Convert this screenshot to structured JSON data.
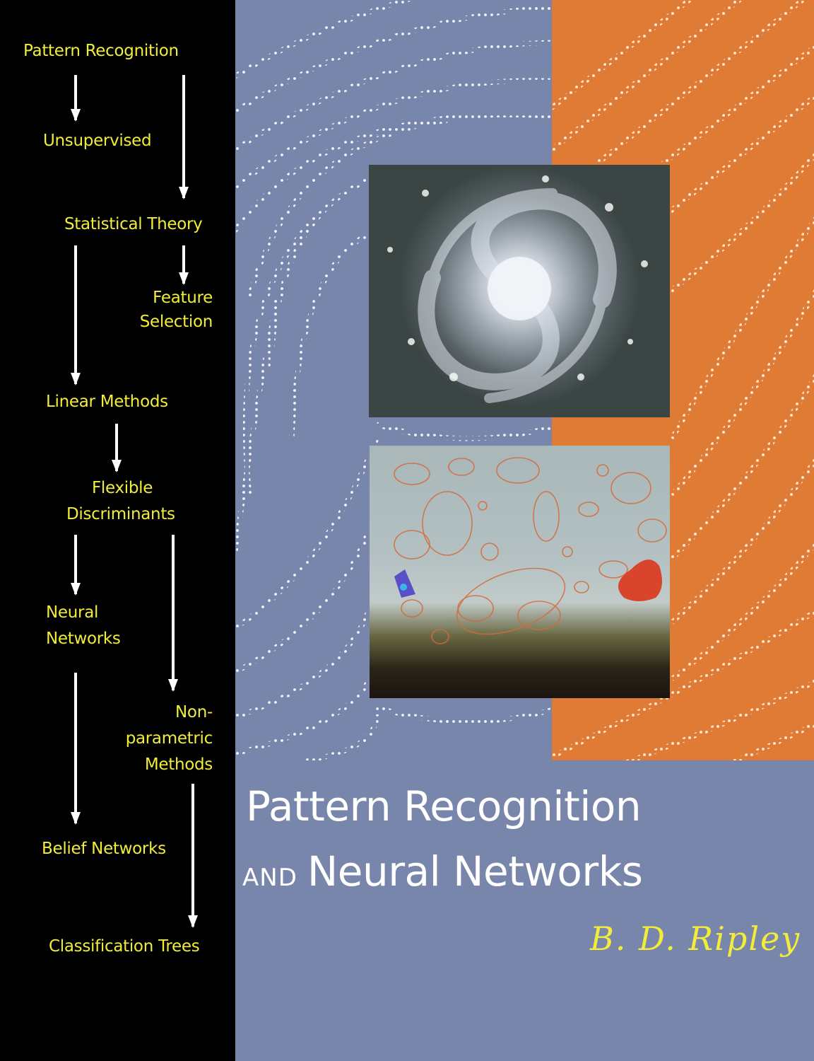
{
  "cover": {
    "title_line1": "Pattern Recognition",
    "title_and": "AND",
    "title_line2": "Neural Networks",
    "author_signature": "B. D. Ripley"
  },
  "flowchart": {
    "nodes": [
      {
        "id": "pattern-recognition",
        "lines": [
          "Pattern Recognition"
        ]
      },
      {
        "id": "unsupervised",
        "lines": [
          "Unsupervised"
        ]
      },
      {
        "id": "statistical-theory",
        "lines": [
          "Statistical Theory"
        ]
      },
      {
        "id": "feature-selection",
        "lines": [
          "Feature",
          "Selection"
        ]
      },
      {
        "id": "linear-methods",
        "lines": [
          "Linear Methods"
        ]
      },
      {
        "id": "flexible-discriminants",
        "lines": [
          "Flexible",
          "Discriminants"
        ]
      },
      {
        "id": "neural-networks",
        "lines": [
          "Neural",
          "Networks"
        ]
      },
      {
        "id": "nonparametric-methods",
        "lines": [
          "Non-",
          "parametric",
          "Methods"
        ]
      },
      {
        "id": "belief-networks",
        "lines": [
          "Belief Networks"
        ]
      },
      {
        "id": "classification-trees",
        "lines": [
          "Classification Trees"
        ]
      }
    ],
    "edges": [
      [
        "pattern-recognition",
        "unsupervised"
      ],
      [
        "pattern-recognition",
        "statistical-theory"
      ],
      [
        "statistical-theory",
        "linear-methods"
      ],
      [
        "statistical-theory",
        "feature-selection"
      ],
      [
        "linear-methods",
        "flexible-discriminants"
      ],
      [
        "flexible-discriminants",
        "neural-networks"
      ],
      [
        "flexible-discriminants",
        "nonparametric-methods"
      ],
      [
        "neural-networks",
        "belief-networks"
      ],
      [
        "nonparametric-methods",
        "classification-trees"
      ]
    ]
  },
  "images": [
    {
      "id": "galaxy-photo",
      "depicts": "spiral galaxy, grayscale"
    },
    {
      "id": "segmented-cells-photo",
      "depicts": "grey image with orange outlined regions, a red blob and a blue blob"
    }
  ],
  "colors": {
    "panel_black": "#000000",
    "label_yellow": "#f2ec3a",
    "background_blue": "#7986ab",
    "accent_orange": "#e07b35",
    "title_white": "#ffffff"
  }
}
